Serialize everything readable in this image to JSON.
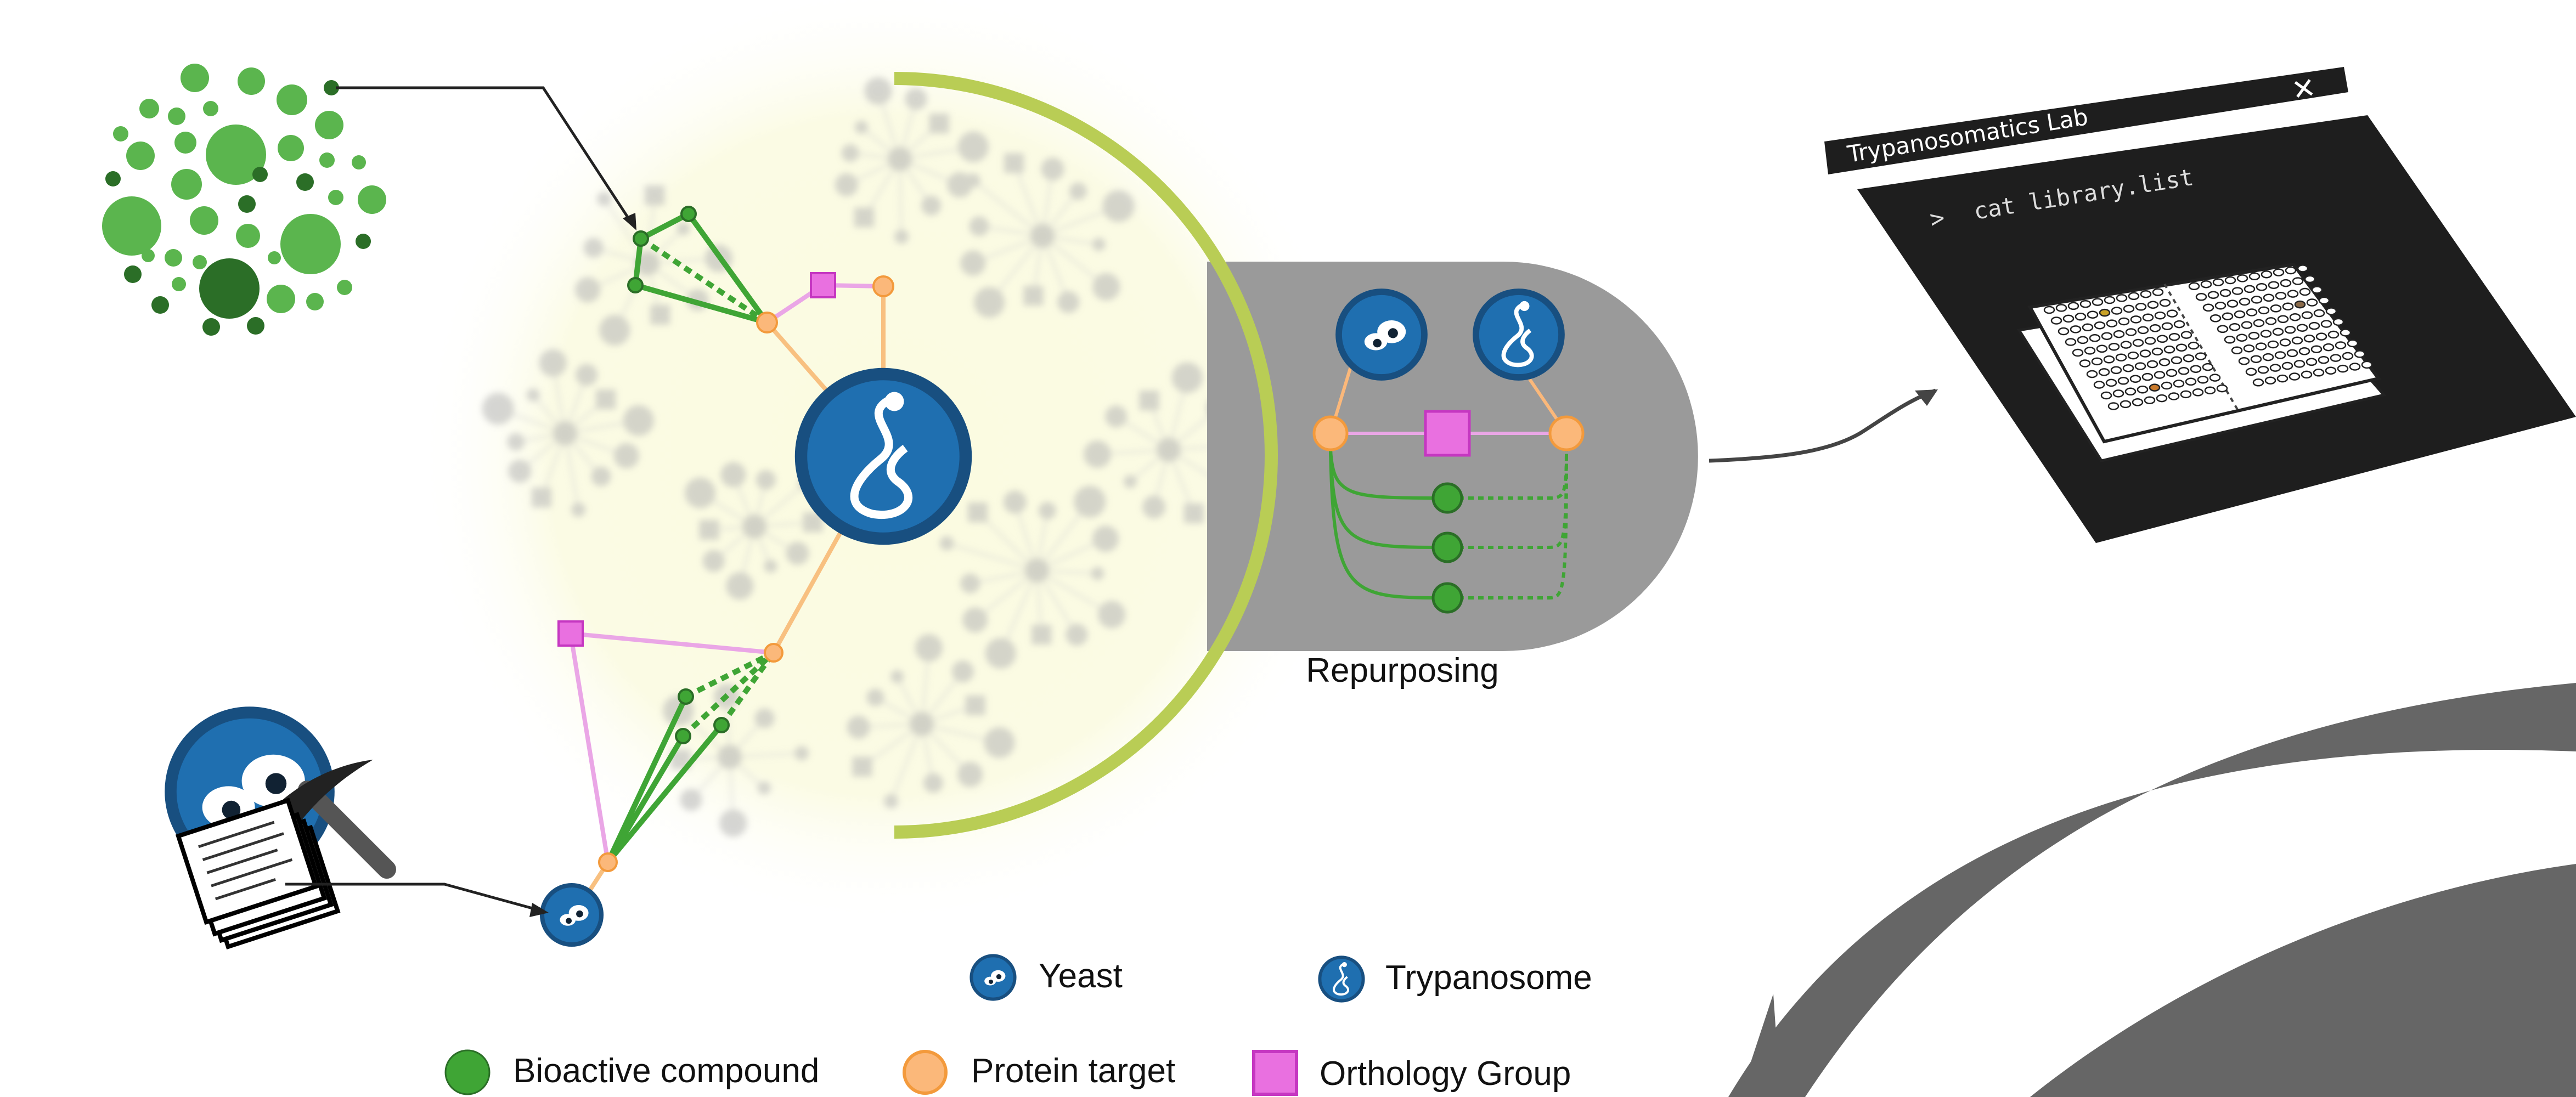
{
  "terminal": {
    "title": "Trypanosomatics Lab",
    "close_glyph": "✕",
    "prompt": ">",
    "command": "cat library.list"
  },
  "repurposing": {
    "label": "Repurposing"
  },
  "legend": {
    "yeast": "Yeast",
    "trypanosome": "Trypanosome",
    "compound": "Bioactive compound",
    "protein": "Protein target",
    "orthology": "Orthology Group"
  },
  "colors": {
    "compound": "#3fa535",
    "compound_dark": "#2b6e27",
    "protein_fill": "#fbb87a",
    "protein_stroke": "#f39a3c",
    "protein_edge": "#f8c080",
    "orthology_fill": "#e970e0",
    "orthology_stroke": "#c537c1",
    "orthology_edge": "#eaa6e6",
    "organism_fill": "#1f6fb0",
    "organism_ring": "#184f80",
    "arc": "#b9cd55",
    "capsule": "#9a9a9a",
    "terminal_bg": "#1e1e1e",
    "big_arrow": "#666666"
  },
  "icons": [
    "yeast-icon",
    "trypanosome-icon",
    "pickaxe-icon",
    "document-stack-icon",
    "well-plate-icon",
    "close-icon"
  ]
}
